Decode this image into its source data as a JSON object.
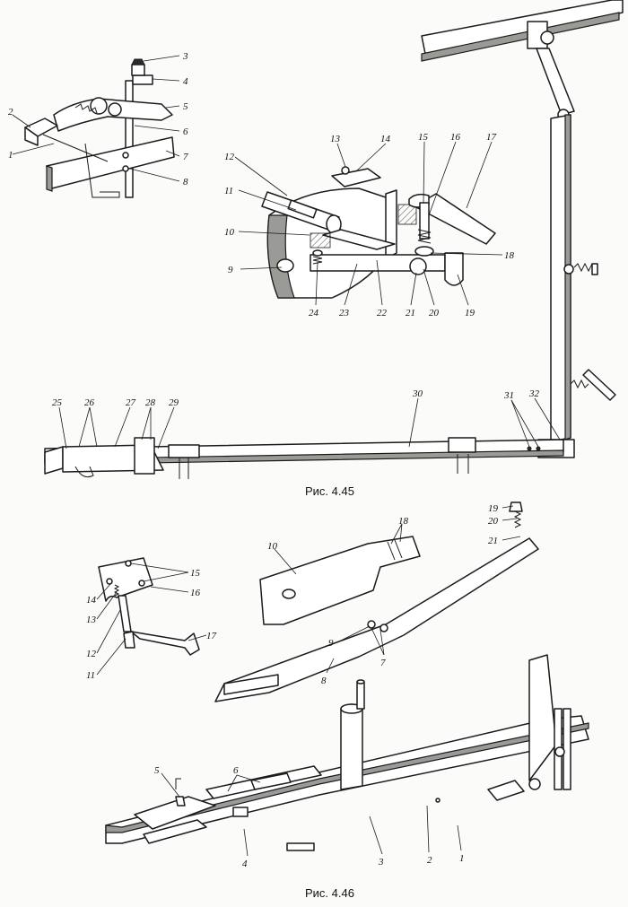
{
  "captions": {
    "fig45": "Рис. 4.45",
    "fig46": "Рис. 4.46"
  },
  "labels": {
    "f45_top": [
      "1",
      "2",
      "3",
      "4",
      "5",
      "6",
      "7",
      "8"
    ],
    "f45_mid": [
      "9",
      "10",
      "11",
      "12",
      "13",
      "14",
      "15",
      "16",
      "17",
      "18",
      "19",
      "20",
      "21",
      "22",
      "23",
      "24"
    ],
    "f45_bar": [
      "25",
      "26",
      "27",
      "28",
      "29",
      "30",
      "31",
      "32"
    ],
    "f46_left": [
      "11",
      "12",
      "13",
      "14",
      "15",
      "16",
      "17"
    ],
    "f46_mid": [
      "7",
      "8",
      "9",
      "10",
      "18",
      "19",
      "20",
      "21"
    ],
    "f46_bottom": [
      "1",
      "2",
      "3",
      "4",
      "5",
      "6"
    ]
  },
  "icons": {
    "figure": "technical-line-drawing"
  }
}
